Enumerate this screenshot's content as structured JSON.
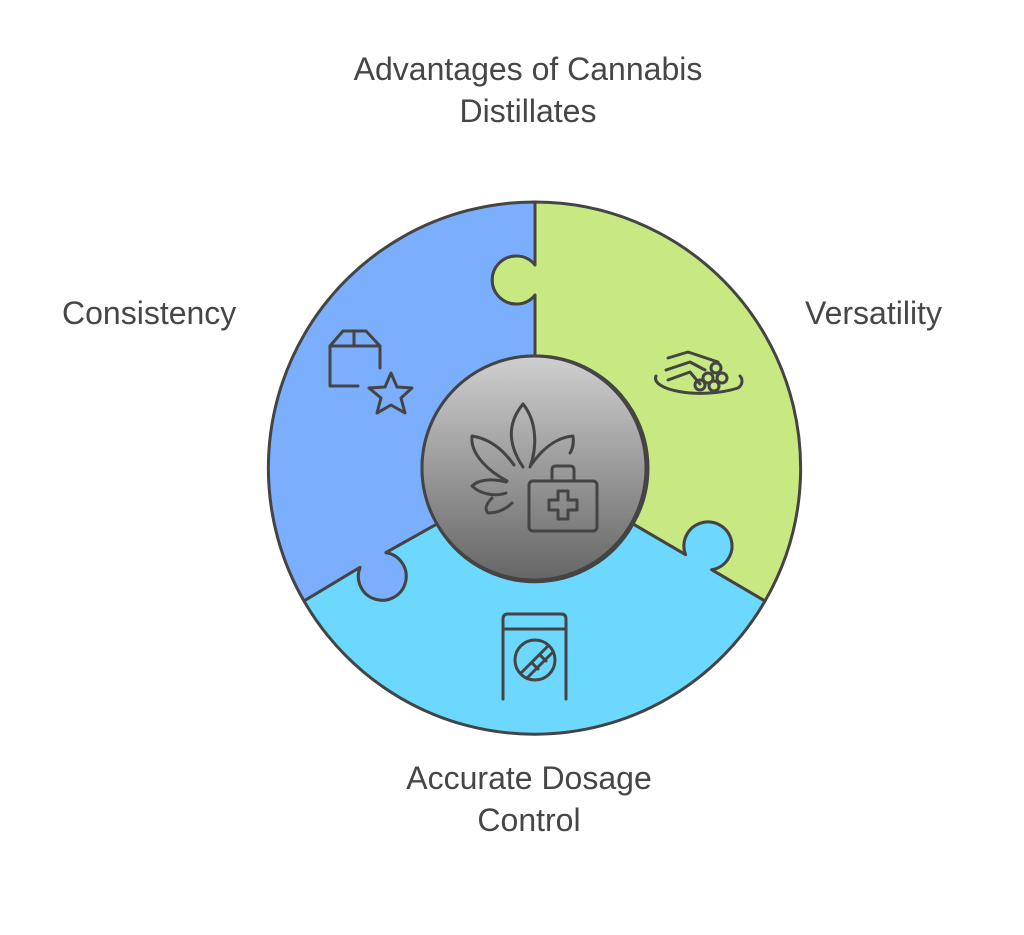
{
  "title": {
    "line1": "Advantages of Cannabis",
    "line2": "Distillates"
  },
  "segments": [
    {
      "label": "Consistency",
      "color": "#7BAEFD",
      "icon": "box-star-icon"
    },
    {
      "label": "Versatility",
      "color": "#C8E982",
      "icon": "logs-on-plate-icon"
    },
    {
      "label_line1": "Accurate Dosage",
      "label_line2": "Control",
      "color": "#6DD8FD",
      "icon": "dosage-container-icon"
    }
  ],
  "center": {
    "icon": "cannabis-leaf-medkit-icon"
  },
  "colors": {
    "outline": "#444444",
    "text": "#464646"
  }
}
